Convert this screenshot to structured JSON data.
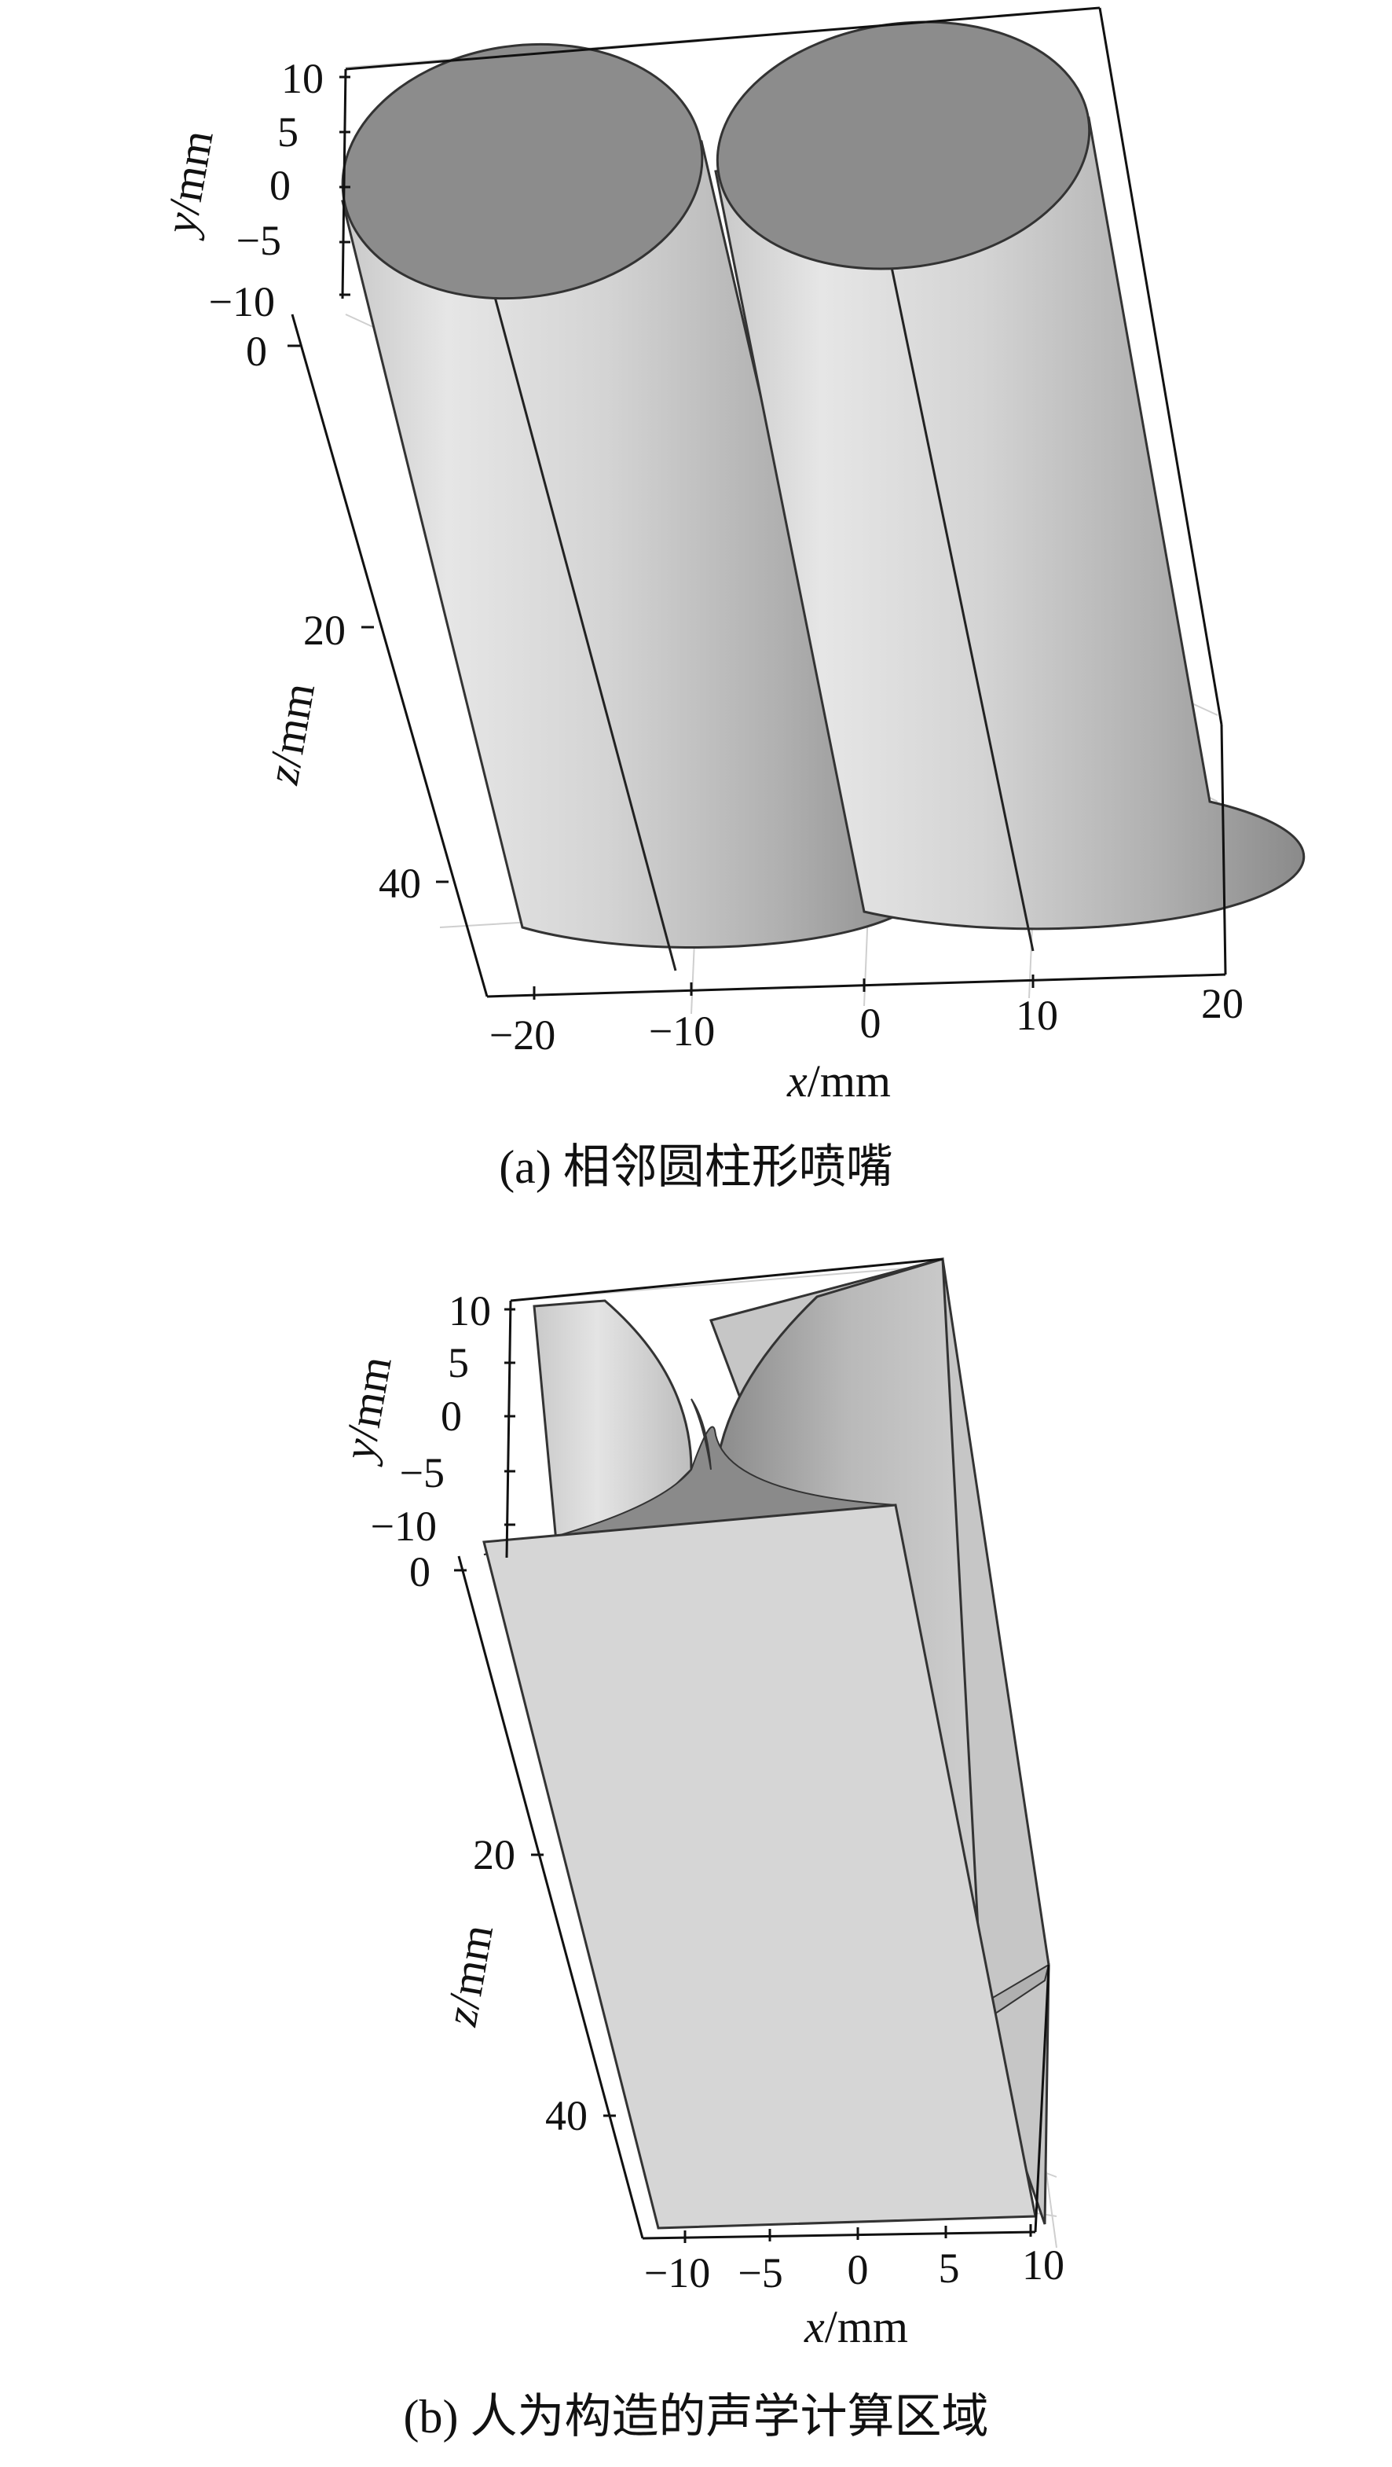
{
  "panel_a": {
    "caption": "(a) 相邻圆柱形喷嘴",
    "axes": {
      "y": {
        "label_var": "y",
        "label_unit": "/mm",
        "ticks": [
          "10",
          "5",
          "0",
          "−5",
          "−10"
        ]
      },
      "z": {
        "label_var": "z",
        "label_unit": "/mm",
        "ticks": [
          "0",
          "20",
          "40"
        ]
      },
      "x": {
        "label_var": "x",
        "label_unit": "/mm",
        "ticks": [
          "−20",
          "−10",
          "0",
          "10",
          "20"
        ]
      }
    },
    "colors": {
      "top_face": "#8c8c8c",
      "body_light": "#e2e2e2",
      "body_dark": "#8e8e8e"
    }
  },
  "panel_b": {
    "caption": "(b) 人为构造的声学计算区域",
    "axes": {
      "y": {
        "label_var": "y",
        "label_unit": "/mm",
        "ticks": [
          "10",
          "5",
          "0",
          "−5",
          "−10"
        ]
      },
      "z": {
        "label_var": "z",
        "label_unit": "/mm",
        "ticks": [
          "0",
          "20",
          "40"
        ]
      },
      "x": {
        "label_var": "x",
        "label_unit": "/mm",
        "ticks": [
          "−10",
          "−5",
          "0",
          "5",
          "10"
        ]
      }
    },
    "colors": {
      "front_face": "#d6d6d6",
      "back_face": "#c4c4c4",
      "top_face": "#8a8a8a"
    }
  }
}
